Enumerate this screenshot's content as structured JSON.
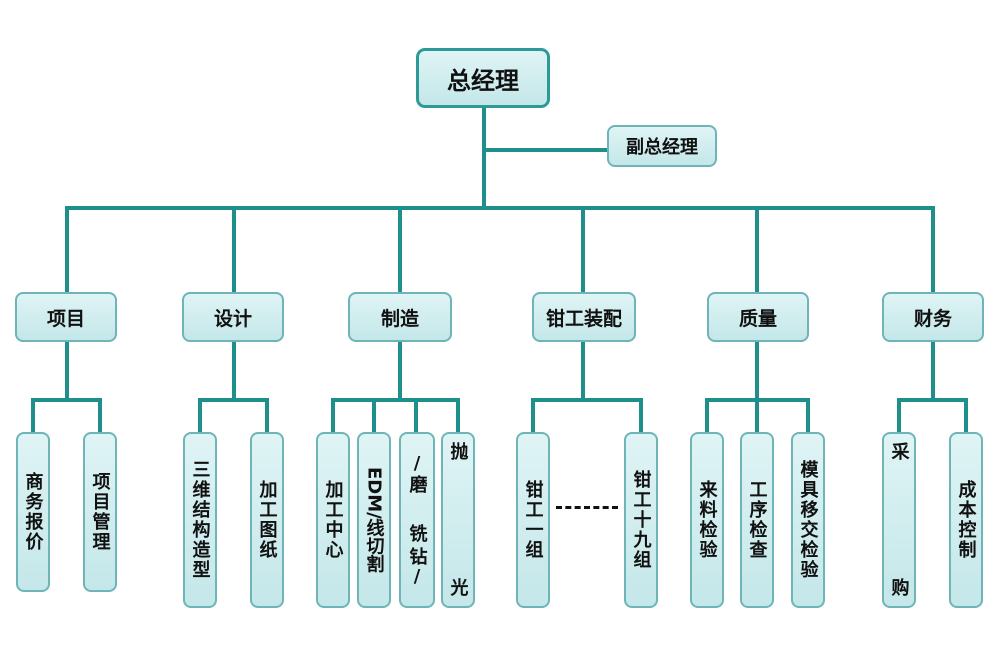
{
  "org": {
    "top": "总经理",
    "deputy": "副总经理",
    "departments": [
      {
        "name": "项目",
        "units": [
          "商务报价",
          "项目管理"
        ]
      },
      {
        "name": "设计",
        "units": [
          "三维结构造型",
          "加工图纸"
        ]
      },
      {
        "name": "制造",
        "units": [
          "加工中心",
          "EDM/线切割",
          "钻/铣/磨",
          "抛光"
        ]
      },
      {
        "name": "钳工装配",
        "units": [
          "钳工一组",
          "钳工十九组"
        ]
      },
      {
        "name": "质量",
        "units": [
          "来料检验",
          "工序检查",
          "模具移交检验"
        ]
      },
      {
        "name": "财务",
        "units": [
          "采购",
          "成本控制"
        ]
      }
    ]
  },
  "leaf_parts": {
    "edm_upper": "EDM/",
    "edm_lower": "线切割",
    "drill_col1": "钻/",
    "drill_col2": "铣",
    "drill_col3": "/磨",
    "polish_top": "抛",
    "polish_bottom": "光",
    "buy_top": "采",
    "buy_bottom": "购"
  },
  "colors": {
    "line": "#1f8f8c",
    "box_fill": "#c8e8ea",
    "box_border": "#6fb4b6"
  }
}
